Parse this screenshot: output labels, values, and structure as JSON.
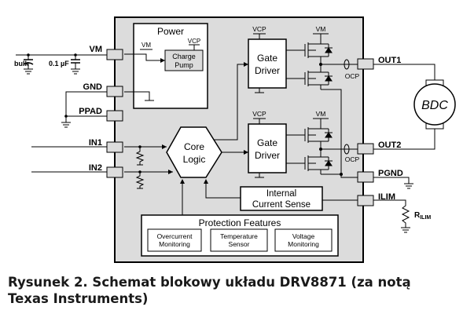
{
  "diagram": {
    "chip_labels": {
      "power": "Power",
      "vm_inside": "VM",
      "vcp_inside": "VCP",
      "charge_pump_line1": "Charge",
      "charge_pump_line2": "Pump",
      "gate_driver_top_line1": "Gate",
      "gate_driver_top_line2": "Driver",
      "gate_driver_bottom_line1": "Gate",
      "gate_driver_bottom_line2": "Driver",
      "vcp_top": "VCP",
      "vcp_bottom": "VCP",
      "vm_top": "VM",
      "vm_bottom": "VM",
      "core_logic_line1": "Core",
      "core_logic_line2": "Logic",
      "ocp_top": "OCP",
      "ocp_bottom": "OCP",
      "ics_line1": "Internal",
      "ics_line2": "Current Sense",
      "protection_title": "Protection Features",
      "overcurrent_line1": "Overcurrent",
      "overcurrent_line2": "Monitoring",
      "temperature_line1": "Temperature",
      "temperature_line2": "Sensor",
      "voltage_line1": "Voltage",
      "voltage_line2": "Monitoring"
    },
    "pins": {
      "vm": "VM",
      "gnd": "GND",
      "ppad": "PPAD",
      "in1": "IN1",
      "in2": "IN2",
      "out1": "OUT1",
      "out2": "OUT2",
      "pgnd": "PGND",
      "ilim": "ILIM"
    },
    "external": {
      "bulk": "bulk",
      "cap_value": "0.1 µF",
      "motor": "BDC",
      "rilim_main": "R",
      "rilim_sub": "ILIM"
    }
  },
  "caption": "Rysunek 2. Schemat blokowy układu DRV8871 (za notą Texas Instruments)"
}
